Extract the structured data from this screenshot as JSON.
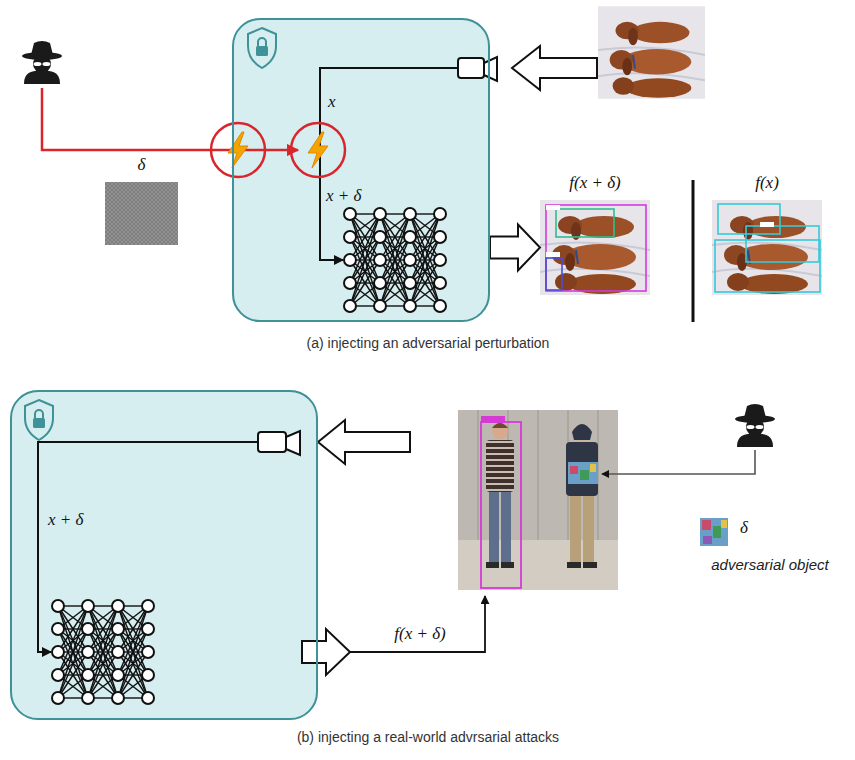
{
  "diagram": {
    "nodes": [
      {
        "text": [
          "δ"
        ]
      },
      {
        "text": [
          "x",
          "x + δ"
        ]
      },
      {
        "text": [
          "f(x + δ)"
        ]
      },
      {
        "text": [
          "f(x)"
        ]
      },
      {
        "text": [
          "x + δ"
        ]
      },
      {
        "text": [
          "δ",
          "adversarial object"
        ]
      }
    ],
    "edges": [
      {
        "from": 1,
        "to": 2,
        "arrow": "to"
      }
    ],
    "labels": [
      "(a) injecting an adversarial perturbation",
      "f(x + δ)",
      "(b) injecting a real-world advrsarial attacks"
    ]
  }
}
